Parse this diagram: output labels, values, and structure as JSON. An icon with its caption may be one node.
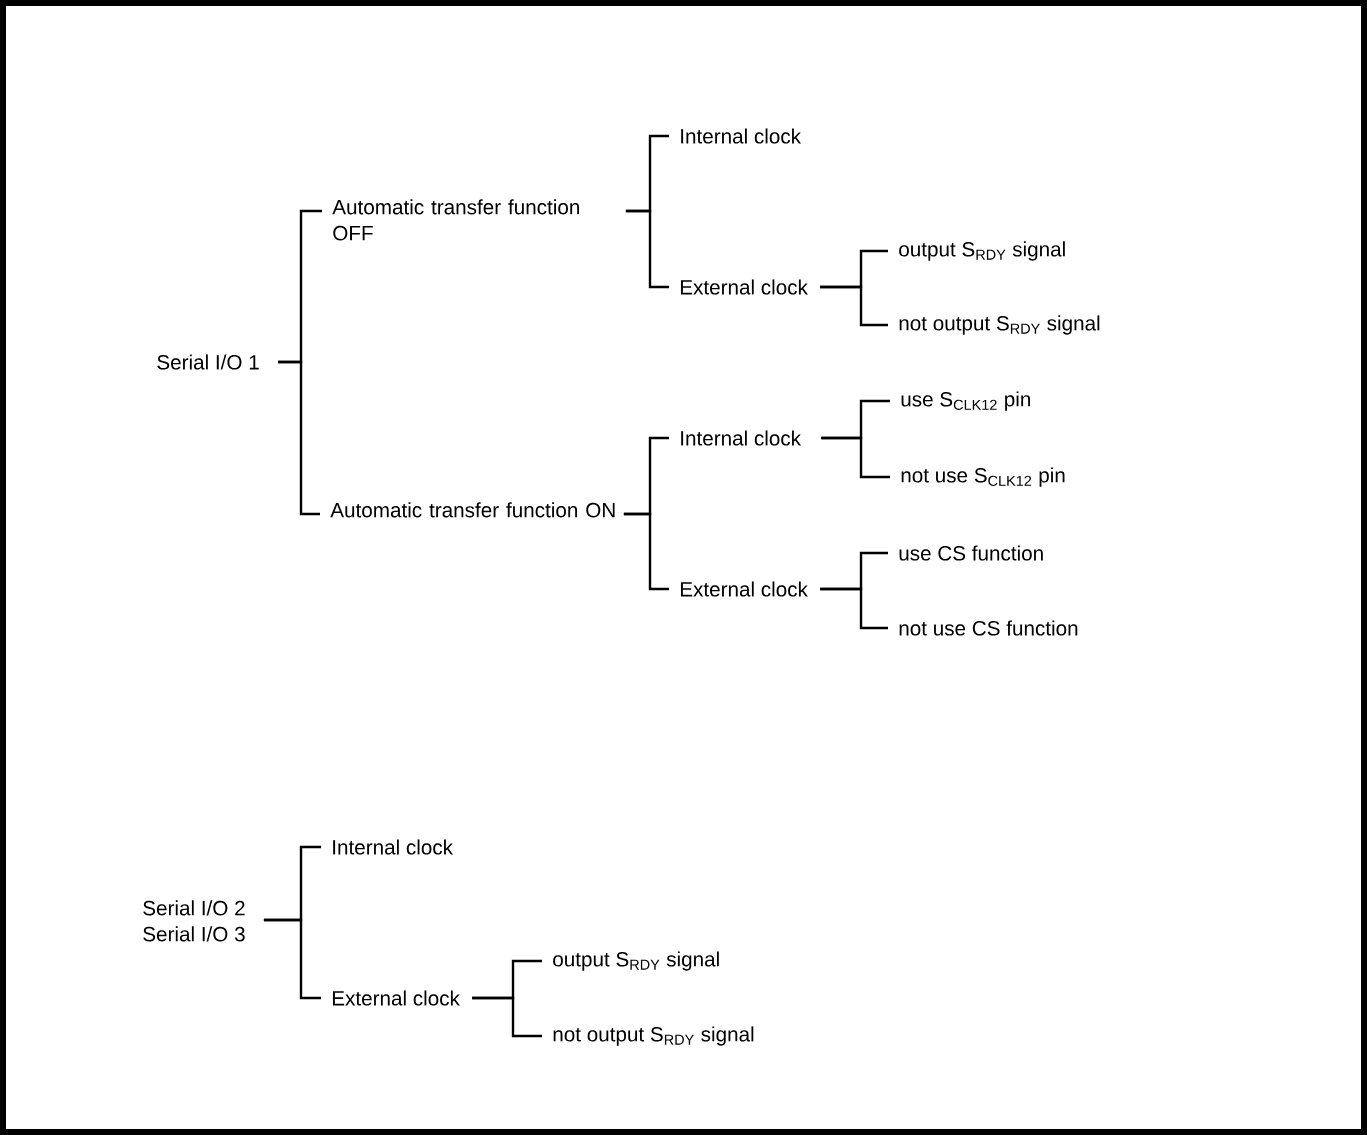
{
  "diagram": {
    "nodes": [
      {
        "text": [
          "Serial I/O 1"
        ]
      },
      {
        "text": [
          "Automatic transfer function OFF"
        ]
      },
      {
        "text": [
          "Internal clock"
        ]
      },
      {
        "text": [
          "External clock"
        ]
      },
      {
        "text": [
          "output S$_{RDY}$ signal"
        ]
      },
      {
        "text": [
          "not  output S$_{RDY}$ signal"
        ]
      },
      {
        "text": [
          "Automatic transfer function ON"
        ]
      },
      {
        "text": [
          "Internal clock"
        ]
      },
      {
        "text": [
          "use S$_{CLK12}$ pin"
        ]
      },
      {
        "text": [
          "not  use S$_{CLK12}$ pin"
        ]
      },
      {
        "text": [
          "External clock"
        ]
      },
      {
        "text": [
          "use CS function"
        ]
      },
      {
        "text": [
          "not  use CS function"
        ]
      },
      {
        "text": [
          "Serial I/O 2",
          "Serial I/O 3"
        ]
      },
      {
        "text": [
          "Internal clock"
        ]
      },
      {
        "text": [
          "External clock"
        ]
      },
      {
        "text": [
          "output S$_{RDY}$ signal"
        ]
      },
      {
        "text": [
          "not  output S$_{RDY}$ signal"
        ]
      }
    ],
    "edges": [
      {
        "from": 0,
        "to": 1,
        "arrow": "none"
      },
      {
        "from": 0,
        "to": 6,
        "arrow": "none"
      },
      {
        "from": 1,
        "to": 2,
        "arrow": "none"
      },
      {
        "from": 1,
        "to": 3,
        "arrow": "none"
      },
      {
        "from": 3,
        "to": 4,
        "arrow": "none"
      },
      {
        "from": 3,
        "to": 5,
        "arrow": "none"
      },
      {
        "from": 6,
        "to": 7,
        "arrow": "none"
      },
      {
        "from": 6,
        "to": 10,
        "arrow": "none"
      },
      {
        "from": 7,
        "to": 8,
        "arrow": "none"
      },
      {
        "from": 7,
        "to": 9,
        "arrow": "none"
      },
      {
        "from": 10,
        "to": 11,
        "arrow": "none"
      },
      {
        "from": 10,
        "to": 12,
        "arrow": "none"
      },
      {
        "from": 13,
        "to": 14,
        "arrow": "none"
      },
      {
        "from": 13,
        "to": 15,
        "arrow": "none"
      },
      {
        "from": 15,
        "to": 16,
        "arrow": "none"
      },
      {
        "from": 15,
        "to": 17,
        "arrow": "none"
      }
    ]
  }
}
